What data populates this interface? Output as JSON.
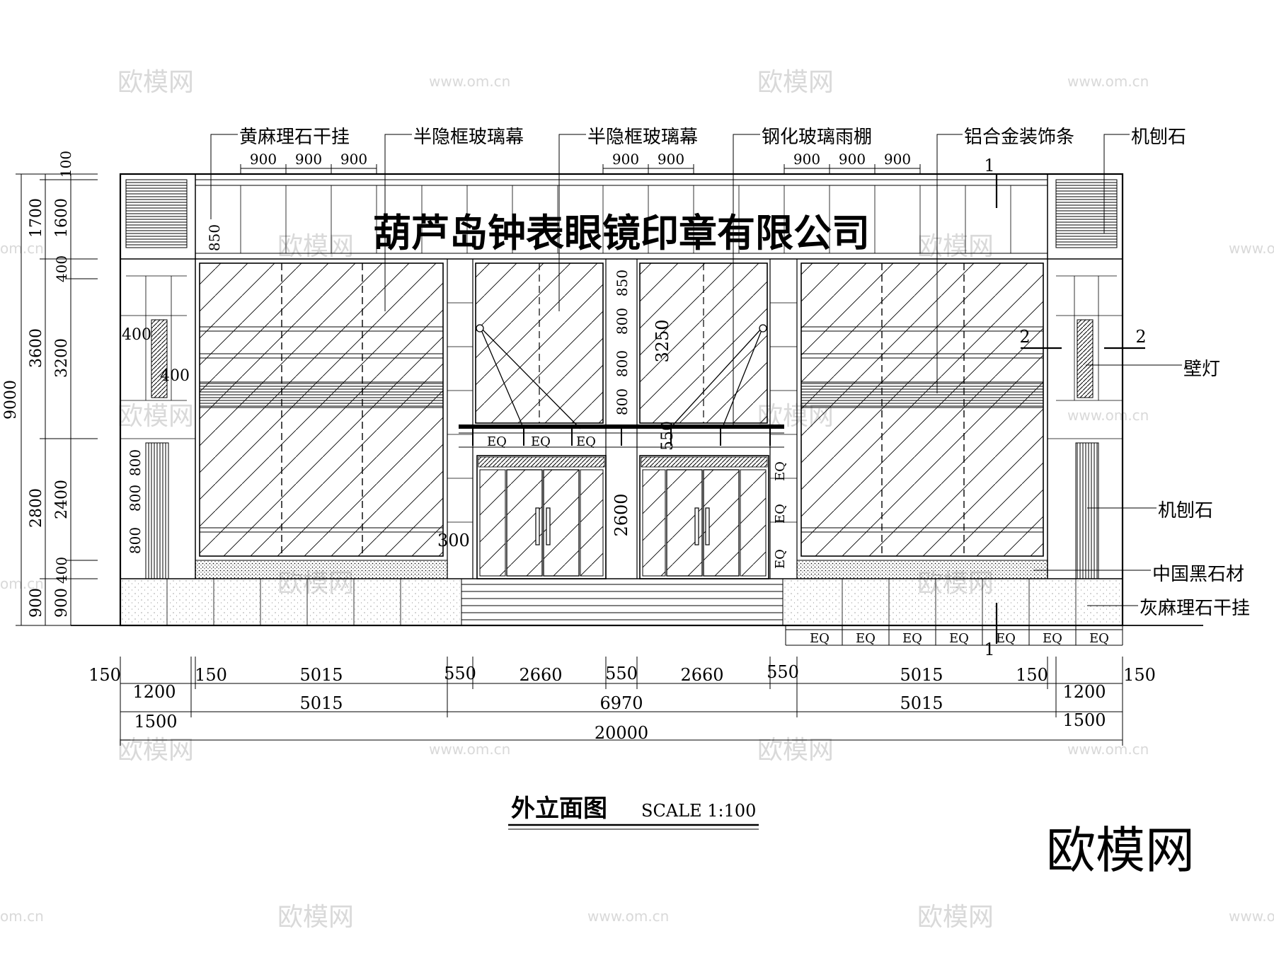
{
  "company_sign": "葫芦岛钟表眼镜印章有限公司",
  "title": {
    "main": "外立面图",
    "scale": "SCALE 1:100"
  },
  "brand_mark": "欧模网",
  "watermarks": {
    "logo": "欧模网",
    "url": "www.om.cn",
    "edge": "om.cn"
  },
  "callouts": {
    "top_1": "黄麻理石干挂",
    "top_2": "半隐框玻璃幕",
    "top_3": "半隐框玻璃幕",
    "top_4": "钢化玻璃雨棚",
    "top_5": "铝合金装饰条",
    "top_6": "机刨石",
    "right_1": "壁灯",
    "right_2": "机刨石",
    "right_3": "中国黑石材",
    "right_4": "灰麻理石干挂"
  },
  "section_marks": {
    "s1_top": "1",
    "s1_bottom": "1",
    "s2_left": "2",
    "s2_right": "2"
  },
  "panel_dims": {
    "value": "900",
    "eq": "EQ"
  },
  "left_dims": {
    "total": "9000",
    "outer": [
      "100",
      "1700",
      "3600",
      "2800",
      "900"
    ],
    "inner": [
      "1600",
      "400",
      "3200",
      "2400",
      "400",
      "900"
    ]
  },
  "inner_dims": {
    "d850_left": "850",
    "d400_a": "400",
    "d400_b": "400",
    "d800_a": "800",
    "d800_b": "800",
    "d800_c": "800",
    "d300": "300",
    "mid_850": "850",
    "mid_800_a": "800",
    "mid_800_b": "800",
    "mid_800_c": "800",
    "d3250": "3250",
    "d550": "550",
    "d2600": "2600"
  },
  "bottom_dims": {
    "row1": [
      "150",
      "150",
      "5015",
      "550",
      "2660",
      "550",
      "2660",
      "550",
      "5015",
      "150",
      "150"
    ],
    "row2": [
      "1200",
      "5015",
      "6970",
      "5015",
      "1200"
    ],
    "row3": [
      "1500",
      "20000",
      "1500"
    ]
  }
}
